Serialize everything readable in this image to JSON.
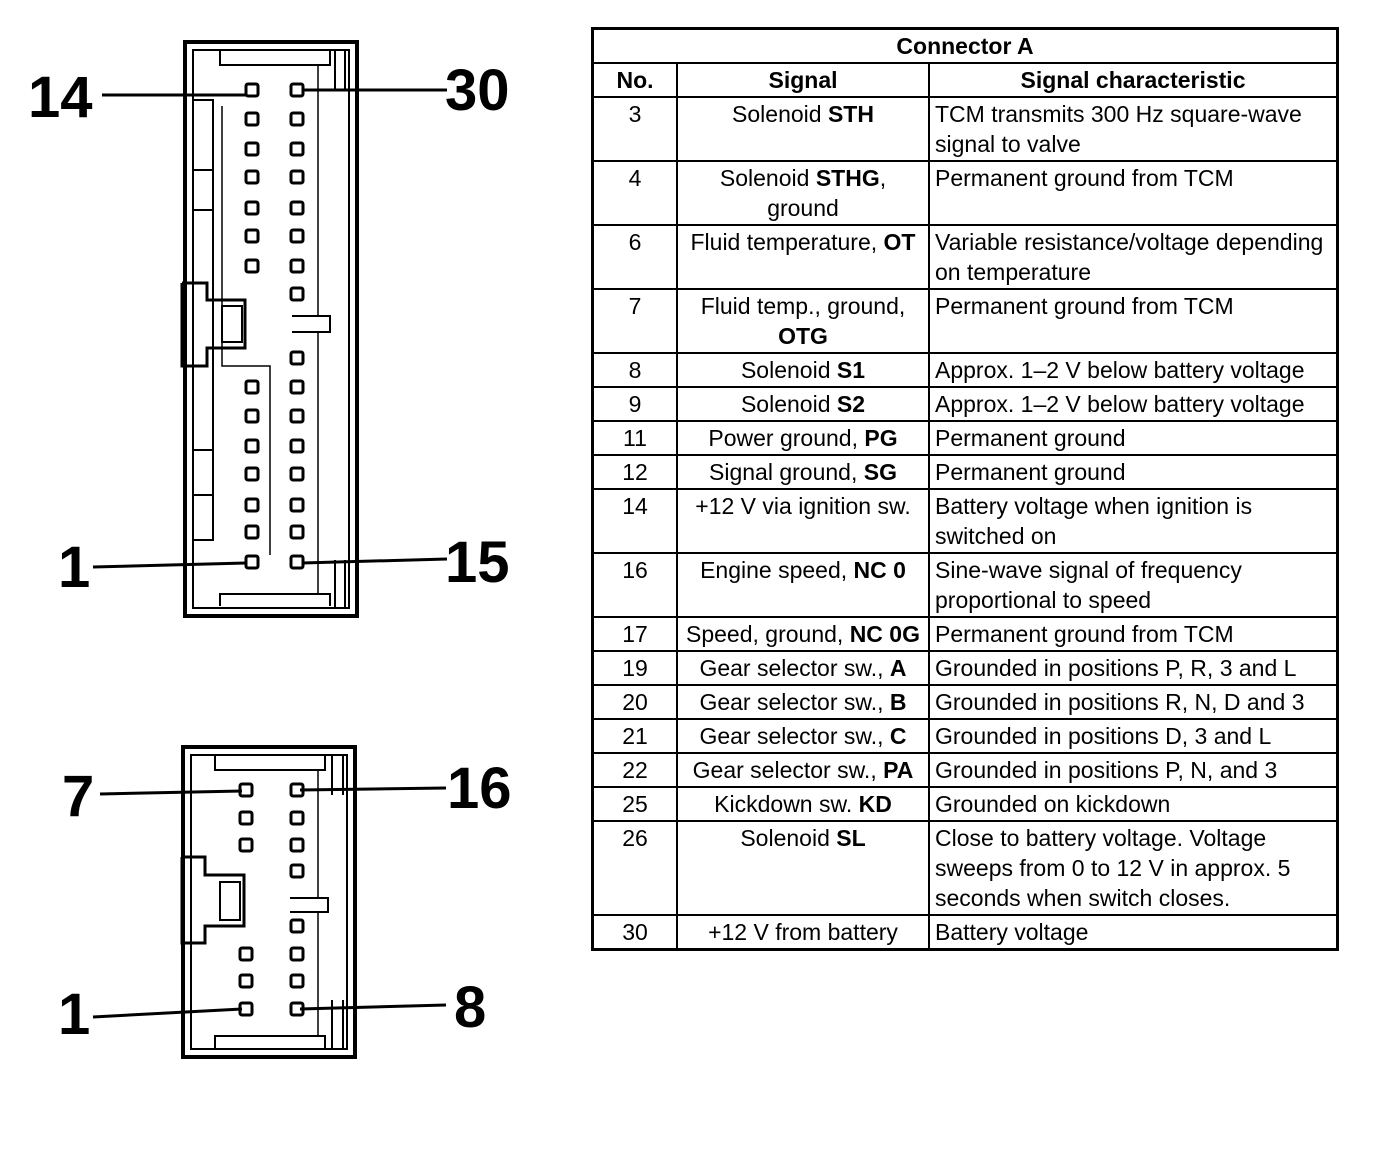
{
  "connector_labels": {
    "large": {
      "top_left": "14",
      "top_right": "30",
      "bottom_left": "1",
      "bottom_right": "15"
    },
    "small": {
      "top_left": "7",
      "top_right": "16",
      "bottom_left": "1",
      "bottom_right": "8"
    }
  },
  "table": {
    "title": "Connector A",
    "headers": [
      "No.",
      "Signal",
      "Signal characteristic"
    ],
    "rows": [
      {
        "no": "3",
        "signal": "Solenoid ",
        "signal_bold": "STH",
        "signal_after": "",
        "characteristic": "TCM transmits 300 Hz square-wave signal to valve"
      },
      {
        "no": "4",
        "signal": "Solenoid ",
        "signal_bold": "STHG",
        "signal_after": ", ground",
        "characteristic": "Permanent ground from TCM"
      },
      {
        "no": "6",
        "signal": "Fluid temperature, ",
        "signal_bold": "OT",
        "signal_after": "",
        "characteristic": "Variable resistance/voltage depending on temperature"
      },
      {
        "no": "7",
        "signal": "Fluid temp., ground, ",
        "signal_bold": "OTG",
        "signal_after": "",
        "characteristic": "Permanent ground from TCM"
      },
      {
        "no": "8",
        "signal": "Solenoid ",
        "signal_bold": "S1",
        "signal_after": "",
        "characteristic": "Approx. 1–2 V below battery voltage"
      },
      {
        "no": "9",
        "signal": "Solenoid ",
        "signal_bold": "S2",
        "signal_after": "",
        "characteristic": "Approx. 1–2 V below battery voltage"
      },
      {
        "no": "11",
        "signal": "Power ground, ",
        "signal_bold": "PG",
        "signal_after": "",
        "characteristic": "Permanent ground"
      },
      {
        "no": "12",
        "signal": "Signal ground, ",
        "signal_bold": "SG",
        "signal_after": "",
        "characteristic": "Permanent ground"
      },
      {
        "no": "14",
        "signal": "+12 V via ignition sw.",
        "signal_bold": "",
        "signal_after": "",
        "characteristic": "Battery voltage when ignition is switched on"
      },
      {
        "no": "16",
        "signal": "Engine speed, ",
        "signal_bold": "NC 0",
        "signal_after": "",
        "characteristic": "Sine-wave signal of frequency proportional to speed"
      },
      {
        "no": "17",
        "signal": "Speed, ground, ",
        "signal_bold": "NC 0G",
        "signal_after": "",
        "characteristic": "Permanent ground from TCM"
      },
      {
        "no": "19",
        "signal": "Gear selector sw., ",
        "signal_bold": "A",
        "signal_after": "",
        "characteristic": "Grounded in positions P, R, 3 and L"
      },
      {
        "no": "20",
        "signal": "Gear selector sw., ",
        "signal_bold": "B",
        "signal_after": "",
        "characteristic": "Grounded in positions R, N, D and 3"
      },
      {
        "no": "21",
        "signal": "Gear selector sw., ",
        "signal_bold": "C",
        "signal_after": "",
        "characteristic": "Grounded in positions D, 3 and L"
      },
      {
        "no": "22",
        "signal": "Gear selector sw., ",
        "signal_bold": "PA",
        "signal_after": "",
        "characteristic": "Grounded in positions P, N, and 3"
      },
      {
        "no": "25",
        "signal": "Kickdown sw. ",
        "signal_bold": "KD",
        "signal_after": "",
        "characteristic": "Grounded on kickdown"
      },
      {
        "no": "26",
        "signal": "Solenoid ",
        "signal_bold": "SL",
        "signal_after": "",
        "characteristic": "Close to battery voltage. Voltage sweeps from 0 to 12 V in approx. 5 seconds when switch closes."
      },
      {
        "no": "30",
        "signal": "+12 V from battery",
        "signal_bold": "",
        "signal_after": "",
        "characteristic": "Battery voltage"
      }
    ]
  }
}
